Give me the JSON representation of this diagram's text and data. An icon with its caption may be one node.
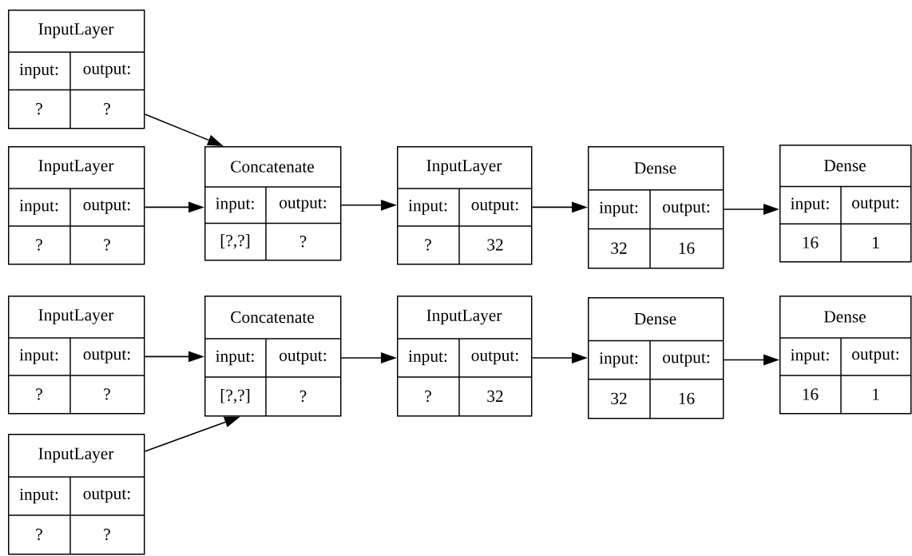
{
  "diagram": {
    "nodes": [
      {
        "text": [
          "InputLayer",
          "input:",
          "output:",
          "?",
          "?"
        ]
      },
      {
        "text": [
          "InputLayer",
          "input:",
          "output:",
          "?",
          "?"
        ]
      },
      {
        "text": [
          "Concatenate",
          "input:",
          "output:",
          "[?,?]",
          "?"
        ]
      },
      {
        "text": [
          "InputLayer",
          "input:",
          "output:",
          "?",
          "32"
        ]
      },
      {
        "text": [
          "Dense",
          "input:",
          "output:",
          "32",
          "16"
        ]
      },
      {
        "text": [
          "Dense",
          "input:",
          "output:",
          "16",
          "1"
        ]
      },
      {
        "text": [
          "InputLayer",
          "input:",
          "output:",
          "?",
          "?"
        ]
      },
      {
        "text": [
          "Concatenate",
          "input:",
          "output:",
          "[?,?]",
          "?"
        ]
      },
      {
        "text": [
          "InputLayer",
          "input:",
          "output:",
          "?",
          "32"
        ]
      },
      {
        "text": [
          "Dense",
          "input:",
          "output:",
          "32",
          "16"
        ]
      },
      {
        "text": [
          "Dense",
          "input:",
          "output:",
          "16",
          "1"
        ]
      },
      {
        "text": [
          "InputLayer",
          "input:",
          "output:",
          "?",
          "?"
        ]
      }
    ],
    "edges": [
      {
        "from": 0,
        "to": 2,
        "arrow": "to"
      },
      {
        "from": 1,
        "to": 2,
        "arrow": "to"
      },
      {
        "from": 2,
        "to": 3,
        "arrow": "to"
      },
      {
        "from": 3,
        "to": 4,
        "arrow": "to"
      },
      {
        "from": 4,
        "to": 5,
        "arrow": "to"
      },
      {
        "from": 6,
        "to": 7,
        "arrow": "to"
      },
      {
        "from": 11,
        "to": 7,
        "arrow": "to"
      },
      {
        "from": 7,
        "to": 8,
        "arrow": "to"
      },
      {
        "from": 8,
        "to": 9,
        "arrow": "to"
      },
      {
        "from": 9,
        "to": 10,
        "arrow": "to"
      }
    ]
  }
}
